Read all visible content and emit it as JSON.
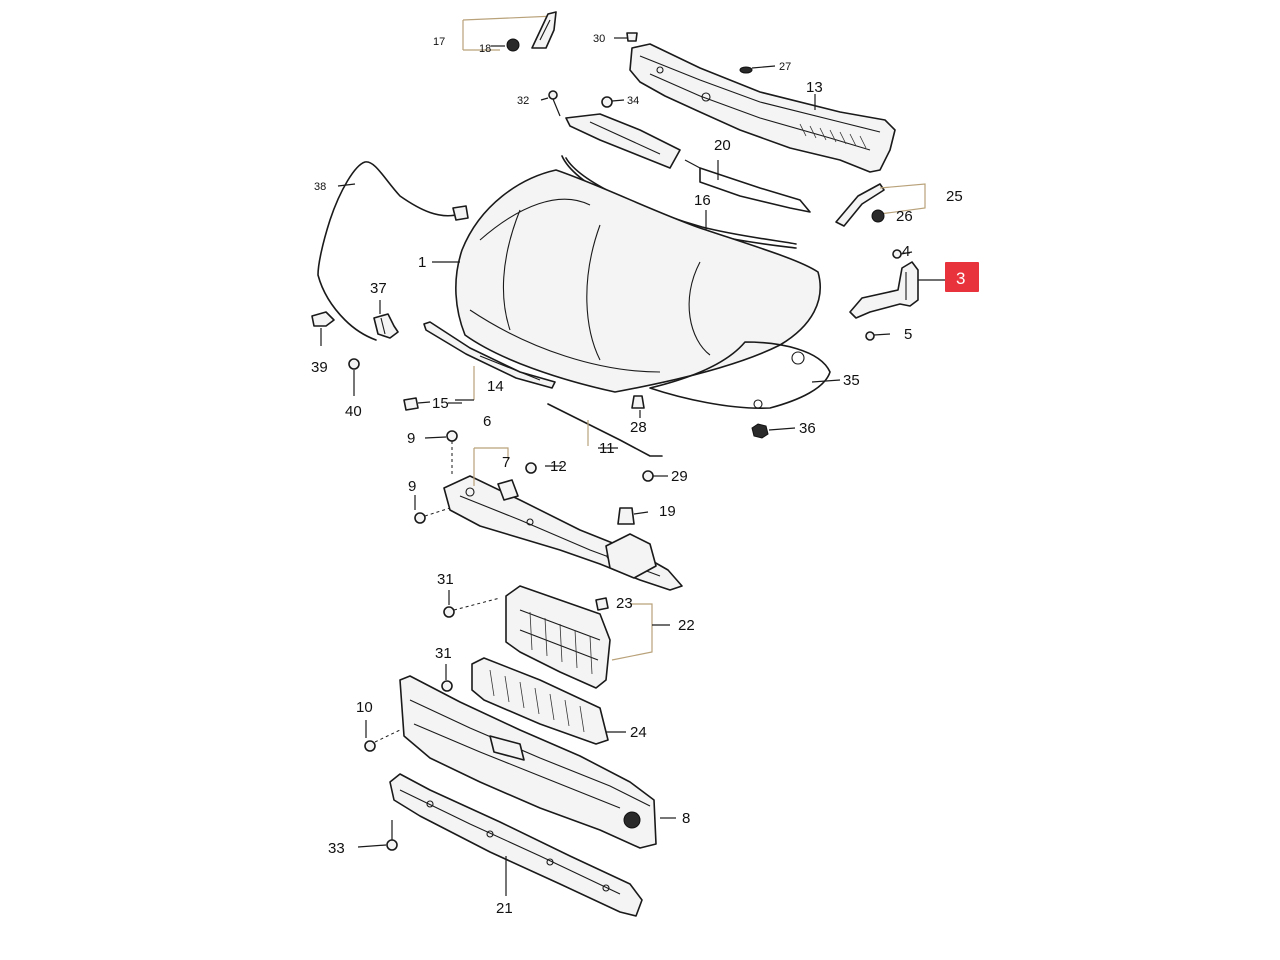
{
  "labels": {
    "p1": "1",
    "p3": "3",
    "p4": "4",
    "p5": "5",
    "p6": "6",
    "p7": "7",
    "p8": "8",
    "p9a": "9",
    "p9b": "9",
    "p10": "10",
    "p11": "11",
    "p12": "12",
    "p13": "13",
    "p14": "14",
    "p15": "15",
    "p16": "16",
    "p17": "17",
    "p18": "18",
    "p19": "19",
    "p20": "20",
    "p21": "21",
    "p22": "22",
    "p23": "23",
    "p24": "24",
    "p25": "25",
    "p26": "26",
    "p27": "27",
    "p28": "28",
    "p29": "29",
    "p30": "30",
    "p31a": "31",
    "p31b": "31",
    "p32": "32",
    "p33": "33",
    "p34": "34",
    "p35": "35",
    "p36": "36",
    "p37": "37",
    "p38": "38",
    "p39": "39",
    "p40": "40"
  },
  "highlight": {
    "part": "3",
    "color": "#e8323c"
  }
}
